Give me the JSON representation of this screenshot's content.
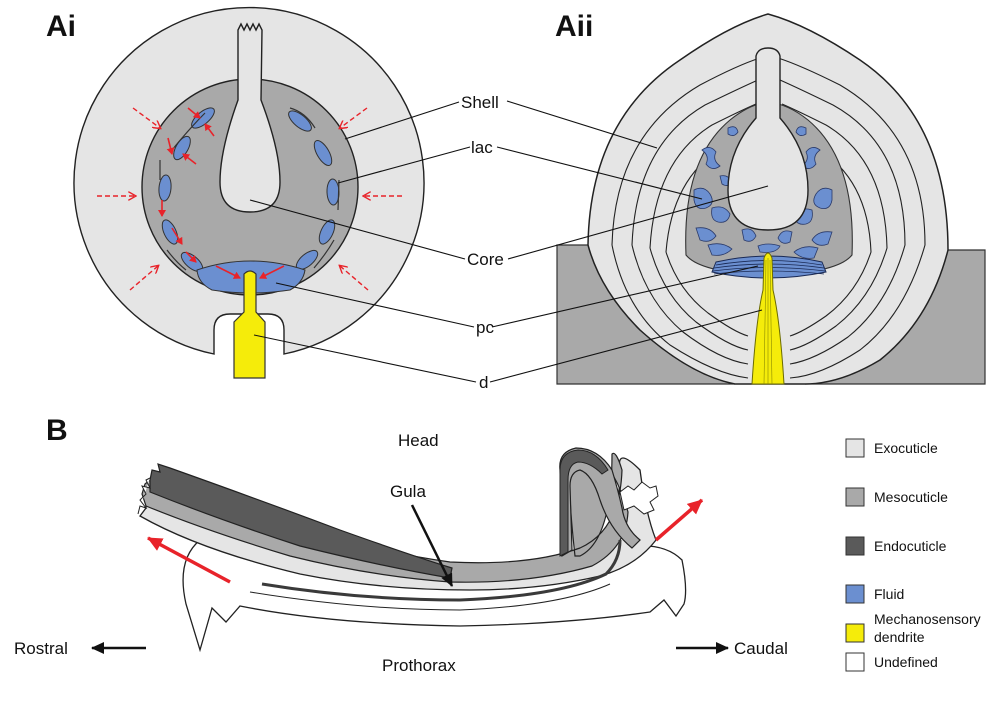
{
  "panels": {
    "ai": "Ai",
    "aii": "Aii",
    "b": "B"
  },
  "labels": {
    "shell": "Shell",
    "lac": "lac",
    "core": "Core",
    "pc": "pc",
    "d": "d",
    "head": "Head",
    "gula": "Gula",
    "prothorax": "Prothorax",
    "rostral": "Rostral",
    "caudal": "Caudal"
  },
  "legend": [
    {
      "label": "Exocuticle",
      "color": "#e5e5e5"
    },
    {
      "label": "Mesocuticle",
      "color": "#a9a9a9"
    },
    {
      "label": "Endocuticle",
      "color": "#5a5a5a"
    },
    {
      "label": "Fluid",
      "color": "#6b8fd0"
    },
    {
      "label": "Mechanosensory",
      "label2": "dendrite",
      "color": "#f5ec0a"
    },
    {
      "label": "Undefined",
      "color": "#ffffff"
    }
  ],
  "colors": {
    "exocuticle": "#e5e5e5",
    "mesocuticle": "#a9a9a9",
    "endocuticle": "#5a5a5a",
    "fluid": "#6b8fd0",
    "dendrite": "#f5ec0a",
    "arrow": "#e8232a"
  }
}
